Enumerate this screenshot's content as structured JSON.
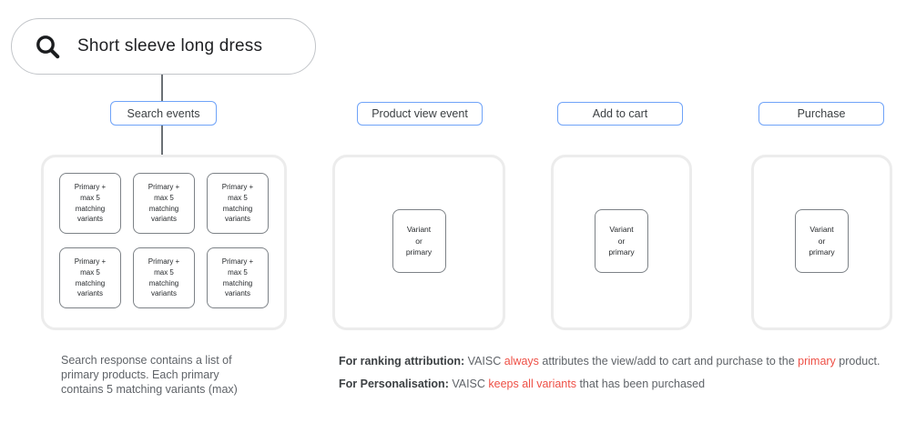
{
  "colors": {
    "chip_border_blue": "#6fa3f8",
    "container_border_gray": "#ececec",
    "card_border_gray": "#7d8287",
    "note_gray": "#5f6368",
    "highlight_red": "#ee5046",
    "text_dark": "#202124"
  },
  "search_bar": {
    "icon": "search-icon",
    "query": "Short sleeve long dress"
  },
  "event_chips": [
    {
      "label": "Search events"
    },
    {
      "label": "Product view event"
    },
    {
      "label": "Add to cart"
    },
    {
      "label": "Purchase"
    }
  ],
  "search_results": {
    "cards": [
      "Primary +\nmax 5\nmatching\nvariants",
      "Primary +\nmax 5\nmatching\nvariants",
      "Primary +\nmax 5\nmatching\nvariants",
      "Primary +\nmax 5\nmatching\nvariants",
      "Primary +\nmax 5\nmatching\nvariants",
      "Primary +\nmax 5\nmatching\nvariants"
    ]
  },
  "variant_cards": [
    "Variant\nor\nprimary",
    "Variant\nor\nprimary",
    "Variant\nor\nprimary"
  ],
  "notes": {
    "left": "Search response contains a list of\nprimary products. Each primary\ncontains 5 matching variants (max)",
    "ranking": {
      "bold": "For ranking attribution:",
      "seg1": " VAISC ",
      "red1": "always",
      "seg2": " attributes the view/add to cart and purchase to the ",
      "red2": "primary",
      "seg3": " product."
    },
    "personalisation": {
      "bold": "For Personalisation:",
      "seg1": " VAISC ",
      "red1": "keeps all variants",
      "seg2": " that has been purchased"
    }
  }
}
